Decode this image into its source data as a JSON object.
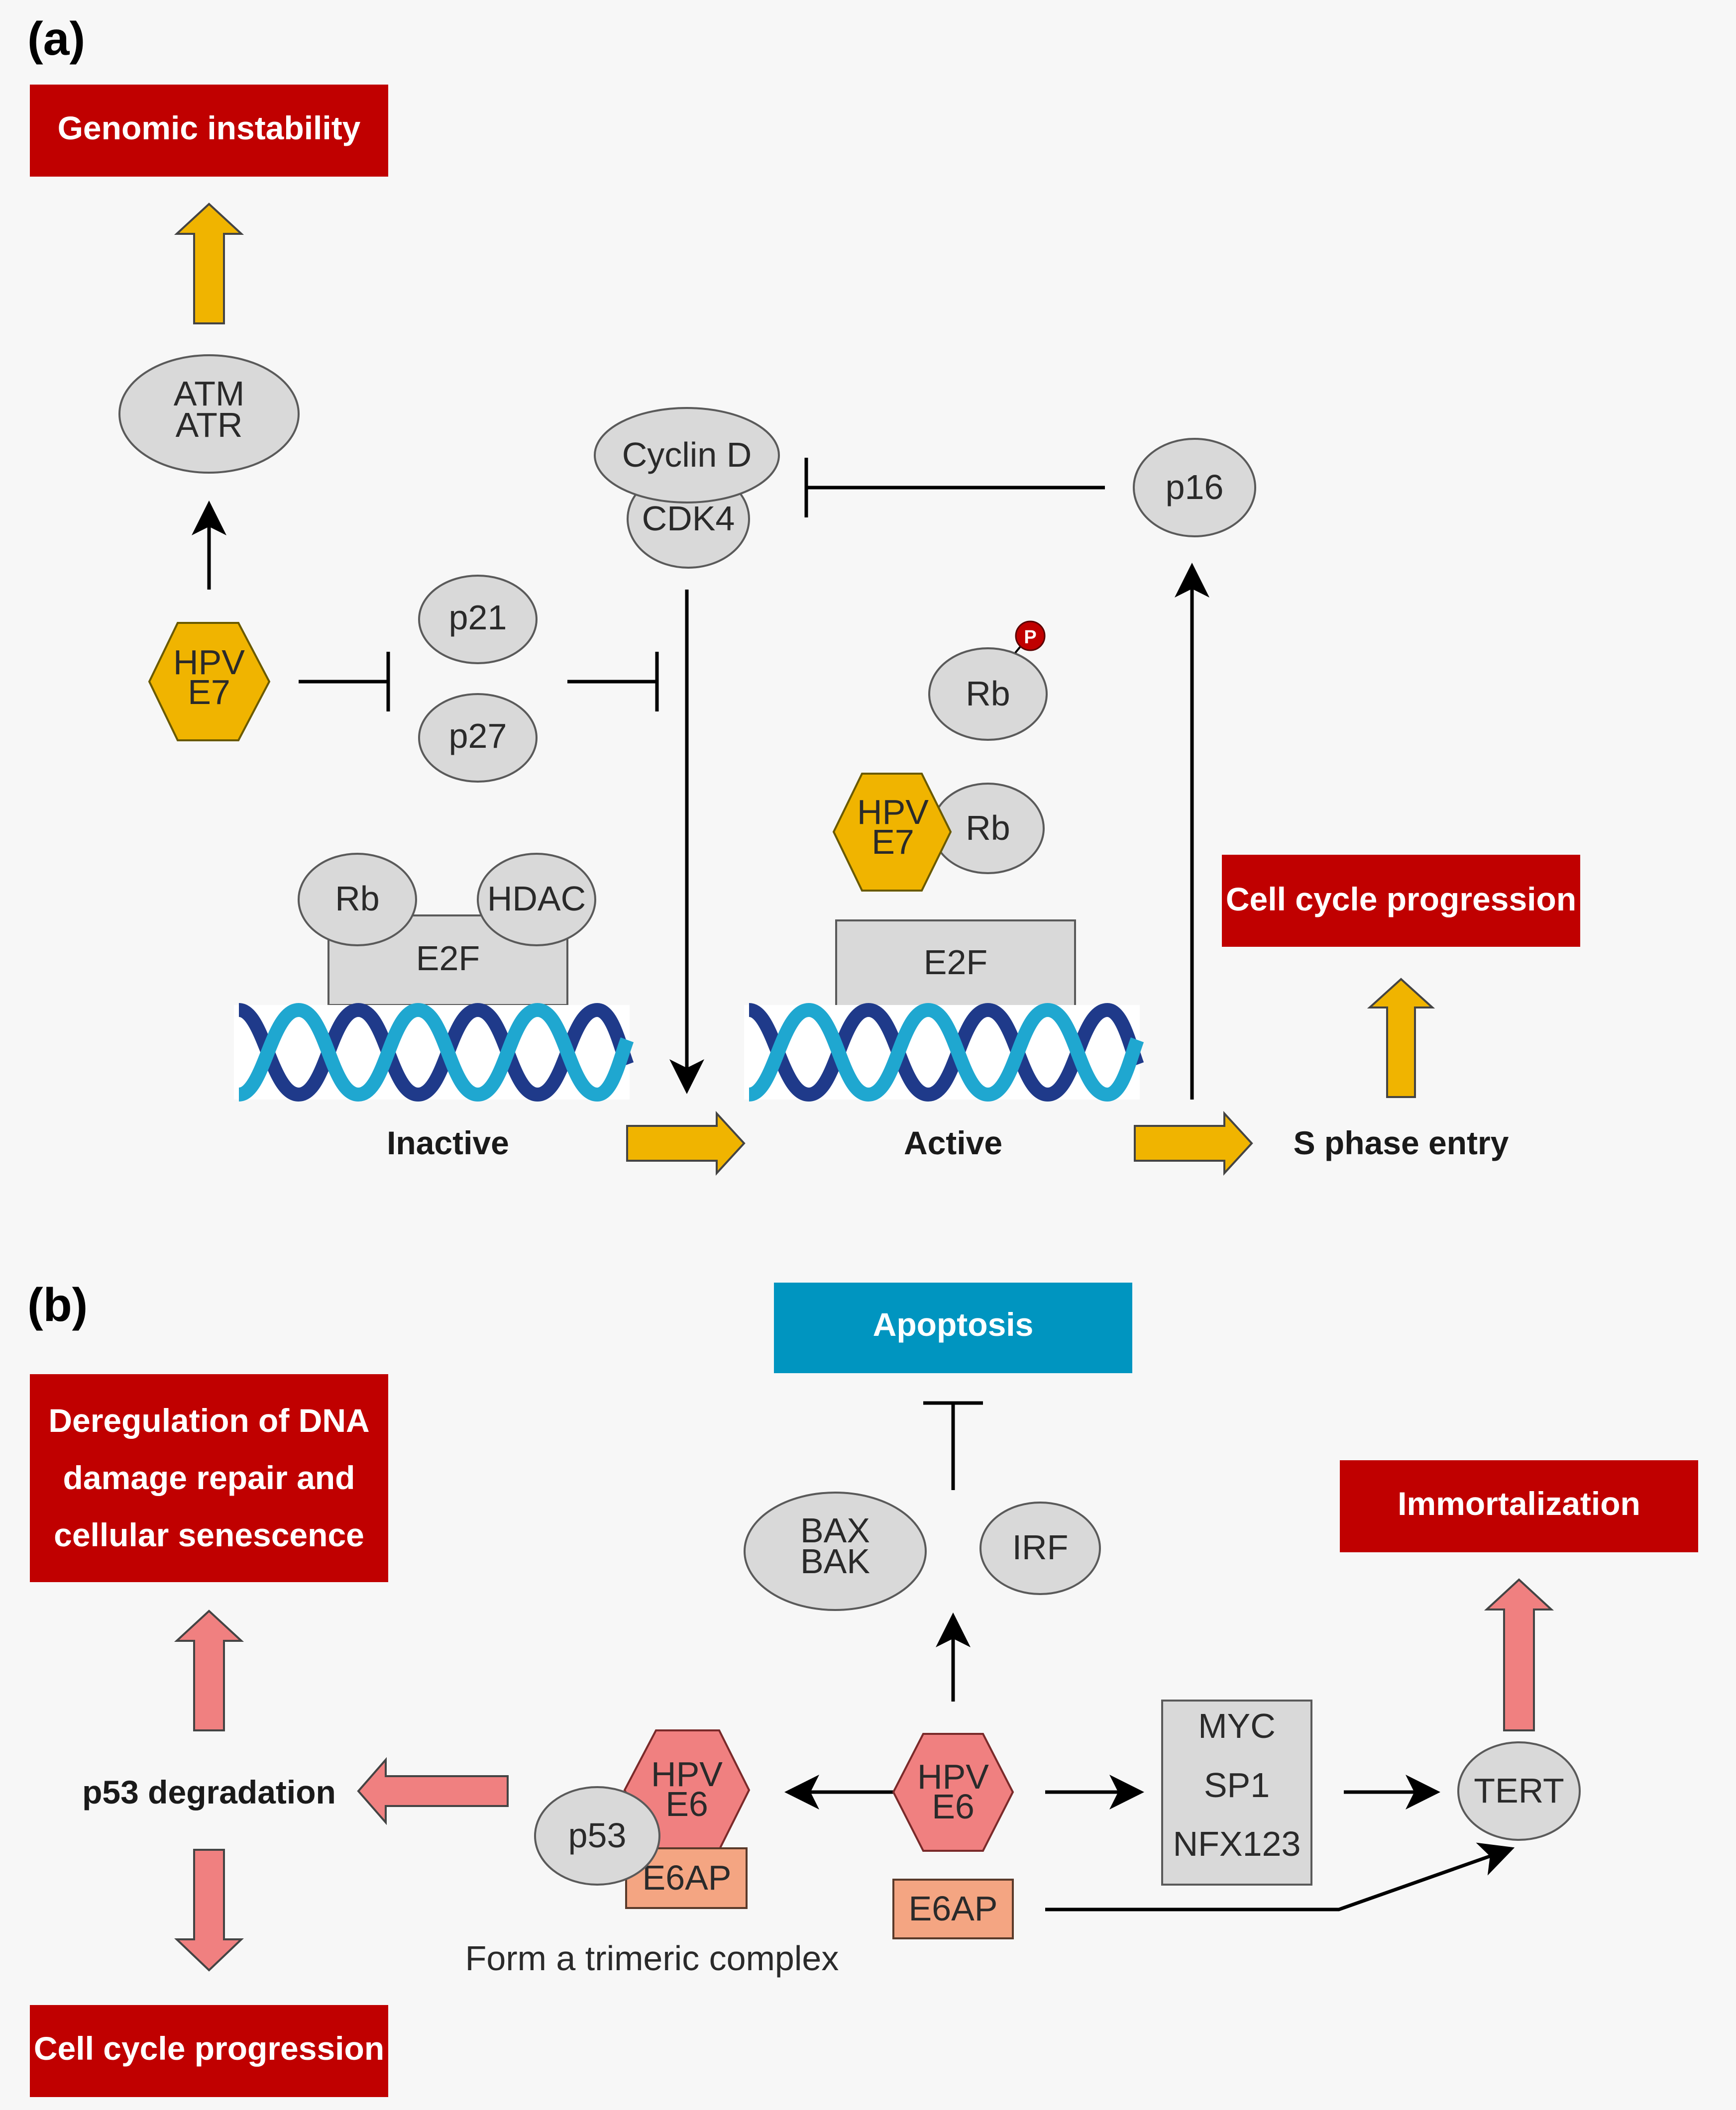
{
  "panel_a": {
    "label": "(a)",
    "outcome_genomic": "Genomic instability",
    "outcome_cellcycle": "Cell cycle progression",
    "atm": "ATM",
    "atr": "ATR",
    "hpv": "HPV",
    "e7": "E7",
    "p21": "p21",
    "p27": "p27",
    "cyclin_d": "Cyclin D",
    "cdk4": "CDK4",
    "p16": "p16",
    "phospho": "P",
    "rb": "Rb",
    "hdac": "HDAC",
    "e2f": "E2F",
    "inactive": "Inactive",
    "active": "Active",
    "s_phase": "S phase entry"
  },
  "panel_b": {
    "label": "(b)",
    "outcome_apoptosis": "Apoptosis",
    "outcome_dna_line1": "Deregulation of DNA",
    "outcome_dna_line2": "damage repair and",
    "outcome_dna_line3": "cellular senescence",
    "outcome_immortal": "Immortalization",
    "outcome_cellcycle": "Cell cycle progression",
    "bax": "BAX",
    "bak": "BAK",
    "irf": "IRF",
    "p53_degradation": "p53 degradation",
    "hpv": "HPV",
    "e6": "E6",
    "p53": "p53",
    "e6ap": "E6AP",
    "trimeric": "Form a trimeric complex",
    "myc": "MYC",
    "sp1": "SP1",
    "nfx": "NFX123",
    "tert": "TERT"
  },
  "colors": {
    "red_box": "#c00000",
    "apoptosis_box": "#0095c0",
    "orange_e7": "#f0b400",
    "pink_e6": "#f08080",
    "salmon_e6ap": "#f4a582",
    "gray_protein": "#d9d9d9",
    "dna_dark": "#1f3a8a",
    "dna_light": "#1fa7d0"
  }
}
